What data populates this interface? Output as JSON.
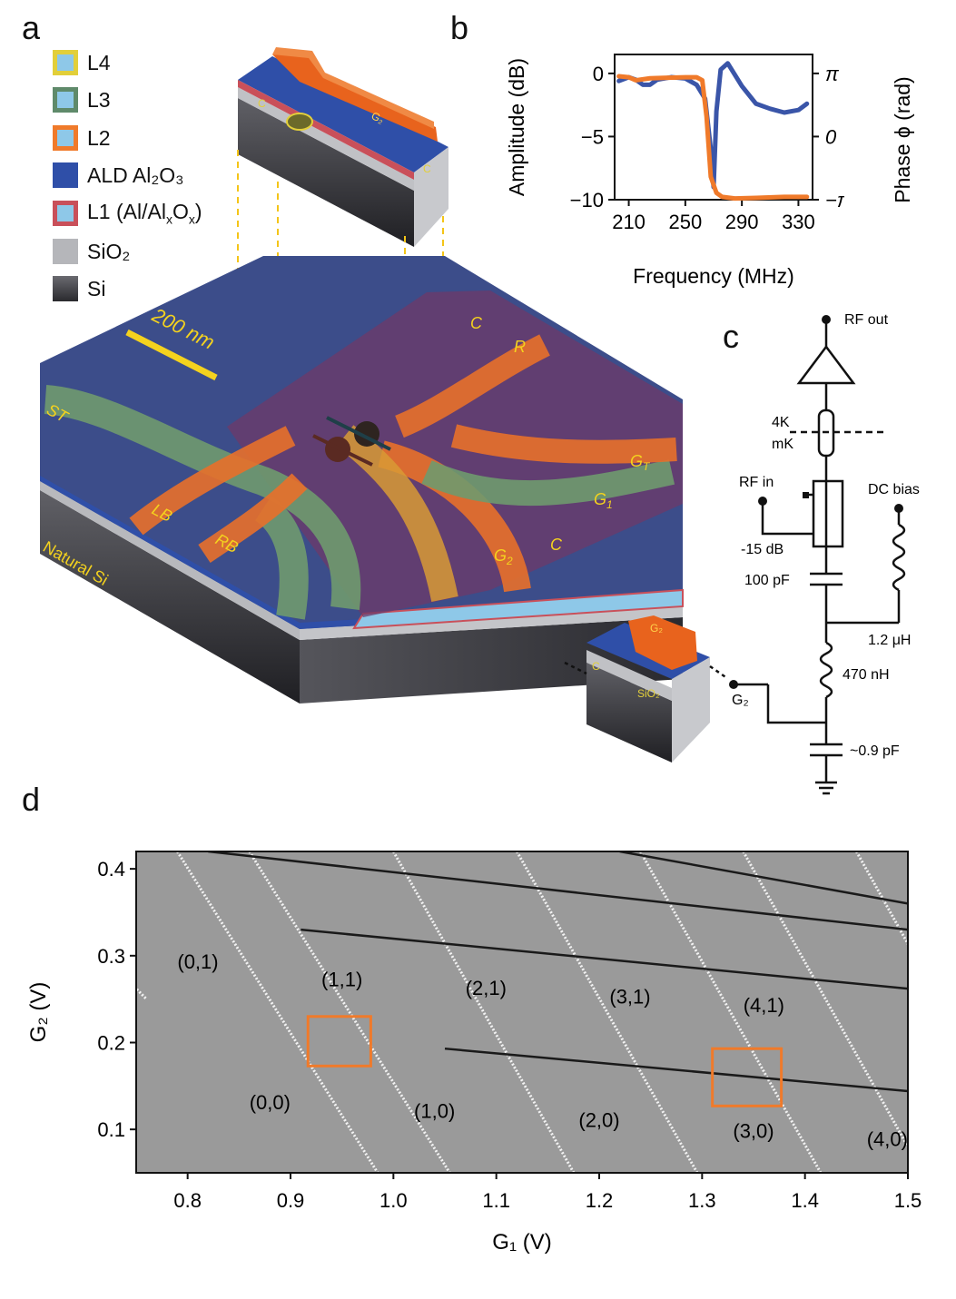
{
  "panels": {
    "a": "a",
    "b": "b",
    "c": "c",
    "d": "d"
  },
  "legend": [
    {
      "label": "L4",
      "fill": "#8ec8e8",
      "border": "#e2cf3a"
    },
    {
      "label": "L3",
      "fill": "#8ec8e8",
      "border": "#5f8a6a"
    },
    {
      "label": "L2",
      "fill": "#8ec8e8",
      "border": "#f07a2a"
    },
    {
      "label": "ALD Al₂O₃",
      "fill": "#2f4fa8",
      "border": "#2f4fa8"
    },
    {
      "label": "L1 (Al/Al",
      "sub": "x",
      "label2": "O",
      "sub2": "x",
      "label3": ")",
      "fill": "#8ec8e8",
      "border": "#c9505a"
    },
    {
      "label": "SiO₂",
      "fill": "#b5b6ba",
      "border": "#b5b6ba"
    },
    {
      "label": "Si",
      "fill": "#3b3b3f",
      "border": "#3b3b3f"
    }
  ],
  "device": {
    "scale_bar": "200 nm",
    "substrate": "Natural Si",
    "gates": [
      "ST",
      "LB",
      "RB",
      "C",
      "R",
      "G",
      "G",
      "G",
      "C"
    ],
    "gate_subs": [
      "",
      "",
      "",
      "",
      "",
      "T",
      "1",
      "2",
      ""
    ],
    "inset_top": {
      "c1": "C",
      "g2": "G₂",
      "c2": "C"
    },
    "inset_bottom": {
      "c": "C",
      "g2": "G₂",
      "sio2": "SiO₂"
    }
  },
  "chart_data": [
    {
      "type": "line",
      "panel": "b",
      "xlabel": "Frequency (MHz)",
      "ylabel": "Amplitude (dB)",
      "y2label": "Phase ϕ (rad)",
      "xlim": [
        200,
        340
      ],
      "ylim": [
        -10,
        1.5
      ],
      "xticks": [
        210,
        250,
        290,
        330
      ],
      "yticks": [
        0,
        -5,
        -10
      ],
      "y2ticks": [
        "π",
        "0",
        "−π"
      ],
      "series": [
        {
          "color": "#3a55a8",
          "axis": "left",
          "x": [
            203,
            210,
            215,
            220,
            225,
            230,
            240,
            250,
            258,
            264,
            268,
            270,
            272,
            275,
            280,
            290,
            300,
            310,
            320,
            330,
            336
          ],
          "y": [
            -0.6,
            -0.3,
            -0.5,
            -0.9,
            -0.9,
            -0.5,
            -0.3,
            -0.4,
            -0.9,
            -2,
            -6,
            -9,
            -3,
            0.3,
            0.8,
            -1,
            -2.4,
            -2.8,
            -3.1,
            -2.9,
            -2.4
          ]
        },
        {
          "color": "#f07a2a",
          "axis": "right",
          "x": [
            203,
            210,
            215,
            225,
            235,
            250,
            258,
            262,
            265,
            268,
            272,
            276,
            285,
            300,
            320,
            336
          ],
          "y": [
            3.0,
            2.95,
            2.8,
            2.9,
            2.92,
            2.95,
            2.95,
            2.8,
            1,
            -2,
            -2.8,
            -3.0,
            -3.08,
            -3.05,
            -3.0,
            -3.0
          ]
        }
      ]
    },
    {
      "type": "heatmap",
      "panel": "d",
      "xlabel": "G₁ (V)",
      "ylabel": "G₂ (V)",
      "xlim": [
        0.75,
        1.5
      ],
      "ylim": [
        0.05,
        0.42
      ],
      "xticks": [
        0.8,
        0.9,
        1.0,
        1.1,
        1.2,
        1.3,
        1.4,
        1.5
      ],
      "yticks": [
        0.1,
        0.2,
        0.3,
        0.4
      ],
      "charge_states": [
        {
          "label": "(0,1)",
          "x": 0.81,
          "y": 0.285
        },
        {
          "label": "(1,1)",
          "x": 0.95,
          "y": 0.265
        },
        {
          "label": "(2,1)",
          "x": 1.09,
          "y": 0.255
        },
        {
          "label": "(3,1)",
          "x": 1.23,
          "y": 0.245
        },
        {
          "label": "(4,1)",
          "x": 1.36,
          "y": 0.235
        },
        {
          "label": "(0,0)",
          "x": 0.88,
          "y": 0.123
        },
        {
          "label": "(1,0)",
          "x": 1.04,
          "y": 0.113
        },
        {
          "label": "(2,0)",
          "x": 1.2,
          "y": 0.103
        },
        {
          "label": "(3,0)",
          "x": 1.35,
          "y": 0.09
        },
        {
          "label": "(4,0)",
          "x": 1.48,
          "y": 0.081
        }
      ],
      "highlight_boxes": [
        {
          "x0": 0.917,
          "x1": 0.978,
          "y0": 0.173,
          "y1": 0.23
        },
        {
          "x0": 1.31,
          "x1": 1.377,
          "y0": 0.127,
          "y1": 0.193
        }
      ]
    }
  ],
  "circuit": {
    "rf_out": "RF out",
    "temp_4k": "4K",
    "temp_mk": "mK",
    "rf_in": "RF in",
    "dc_bias": "DC bias",
    "coupler": "-15 dB",
    "cap1": "100 pF",
    "ind1": "1.2 μH",
    "ind2": "470 nH",
    "gate": "G₂",
    "cap2": "~0.9 pF"
  }
}
